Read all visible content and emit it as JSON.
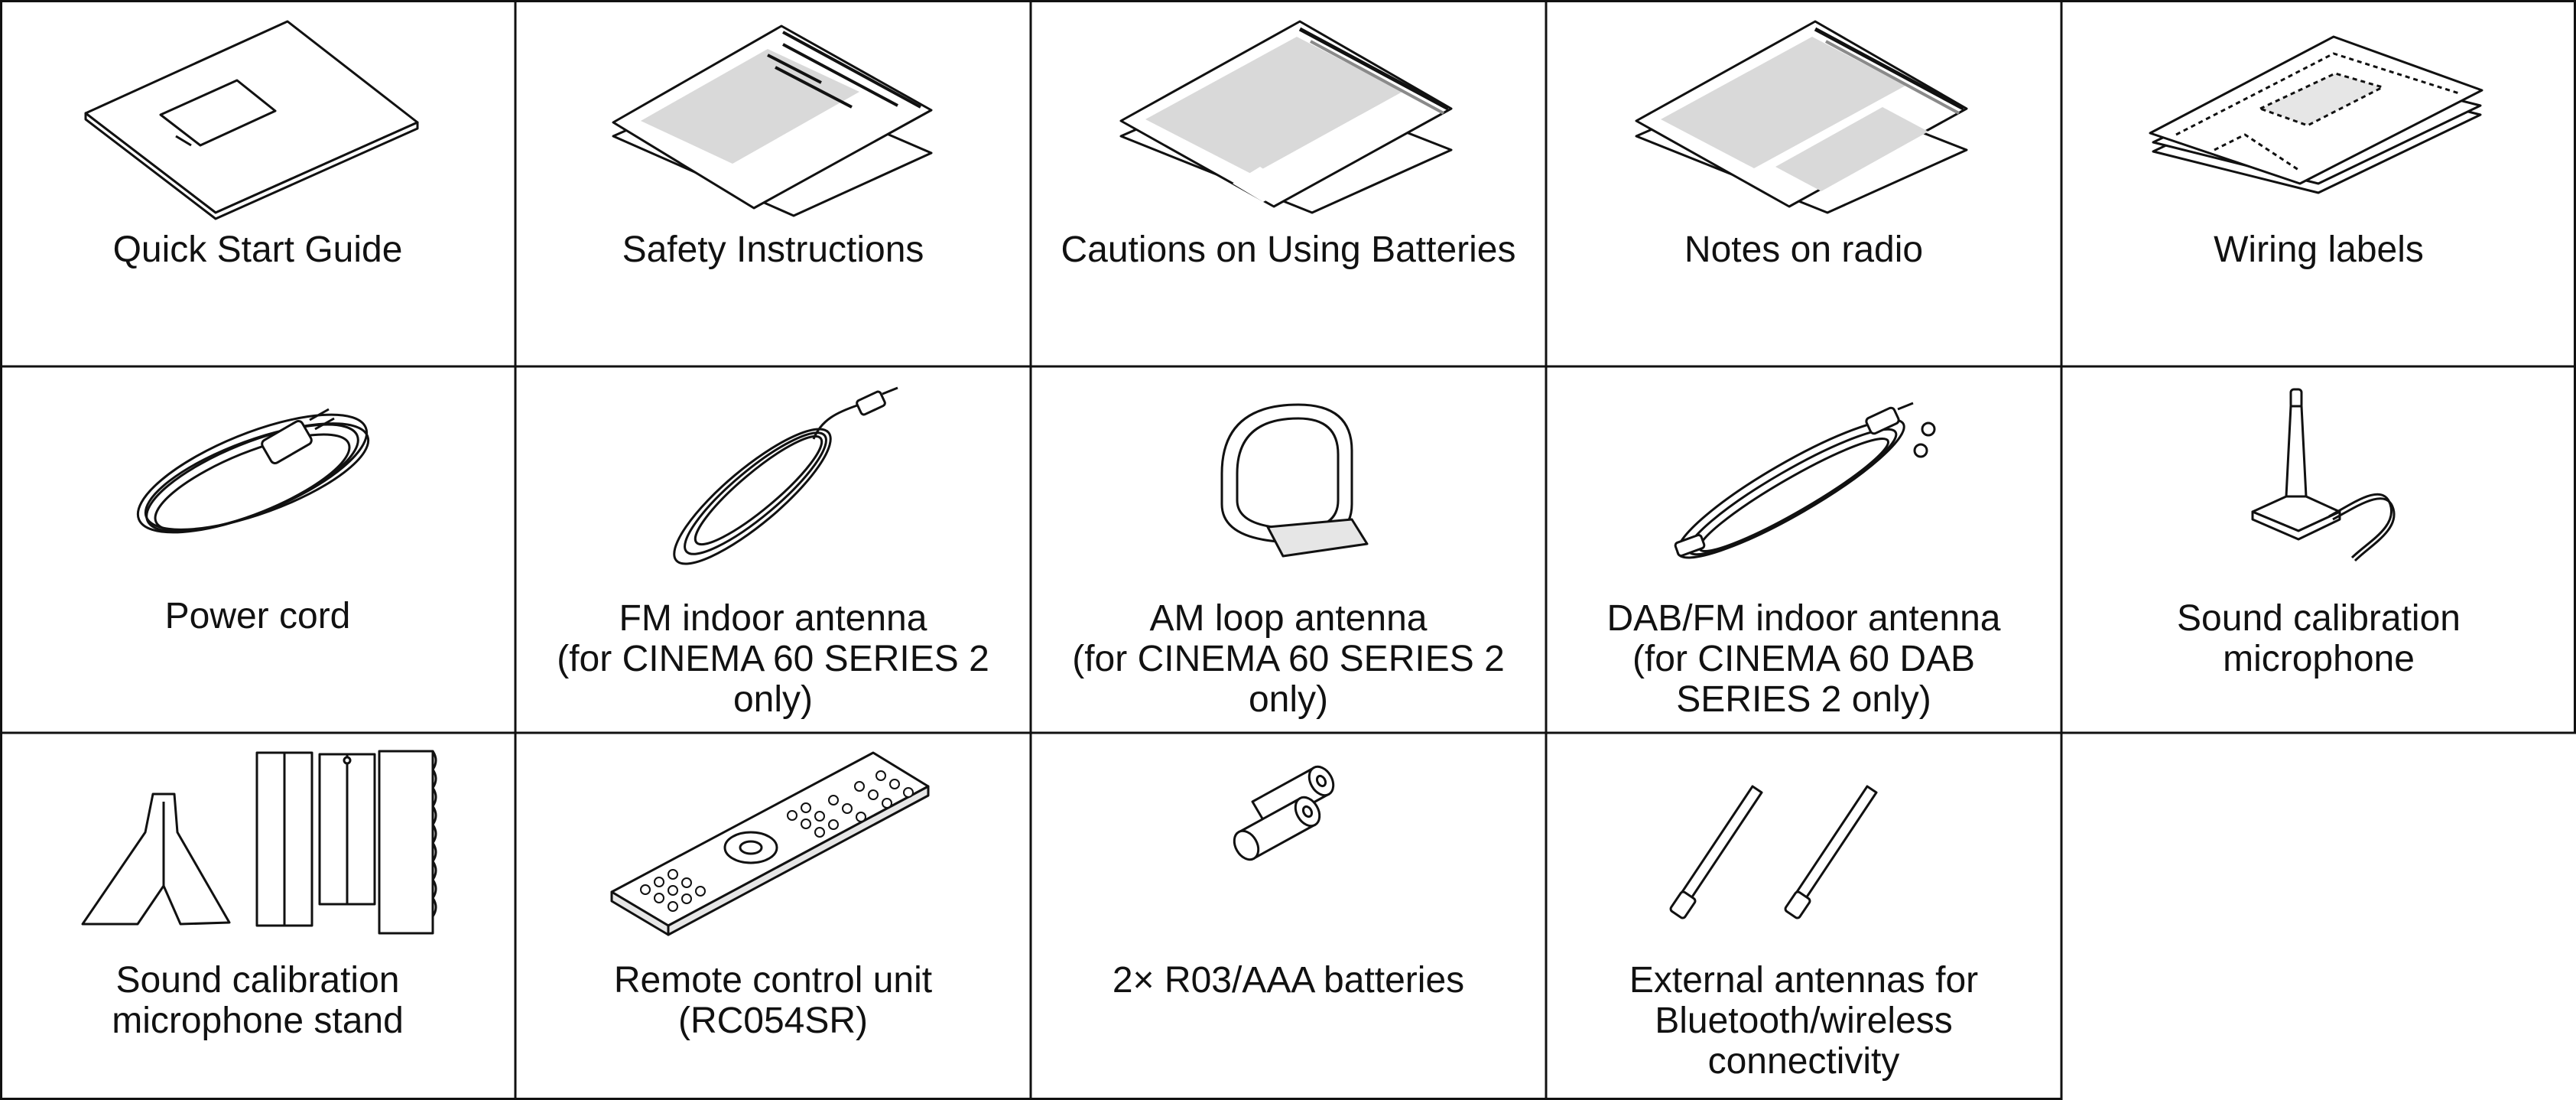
{
  "items": [
    {
      "name": "quick-start-guide",
      "lines": [
        "Quick Start Guide"
      ]
    },
    {
      "name": "safety-instructions",
      "lines": [
        "Safety Instructions"
      ]
    },
    {
      "name": "cautions-batteries",
      "lines": [
        "Cautions on Using Batteries"
      ]
    },
    {
      "name": "notes-on-radio",
      "lines": [
        "Notes on radio"
      ]
    },
    {
      "name": "wiring-labels",
      "lines": [
        "Wiring labels"
      ]
    },
    {
      "name": "power-cord",
      "lines": [
        "Power cord"
      ]
    },
    {
      "name": "fm-indoor-antenna",
      "lines": [
        "FM indoor antenna",
        "(for CINEMA 60 SERIES 2",
        "only)"
      ]
    },
    {
      "name": "am-loop-antenna",
      "lines": [
        "AM loop antenna",
        "(for CINEMA 60 SERIES 2",
        "only)"
      ]
    },
    {
      "name": "dab-fm-indoor-antenna",
      "lines": [
        "DAB/FM indoor antenna",
        "(for CINEMA 60 DAB",
        "SERIES 2 only)"
      ]
    },
    {
      "name": "sound-calibration-microphone",
      "lines": [
        "Sound calibration",
        "microphone"
      ]
    },
    {
      "name": "microphone-stand",
      "lines": [
        "Sound calibration",
        "microphone stand"
      ]
    },
    {
      "name": "remote-control-unit",
      "lines": [
        "Remote control unit",
        "(RC054SR)"
      ]
    },
    {
      "name": "batteries",
      "lines": [
        "2× R03/AAA batteries"
      ]
    },
    {
      "name": "external-antennas",
      "lines": [
        "External antennas for",
        "Bluetooth/wireless",
        "connectivity"
      ]
    }
  ],
  "colors": {
    "line": "#111111",
    "paper": "#ffffff",
    "shade": "#d9d9d9",
    "dark": "#8a8a8a"
  }
}
